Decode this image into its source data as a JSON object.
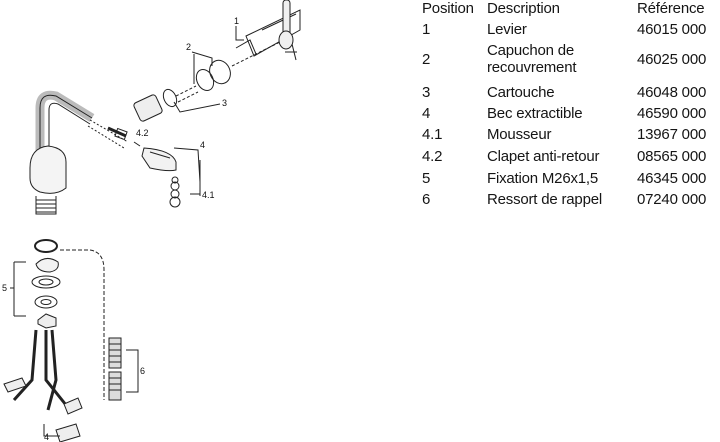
{
  "table": {
    "headers": {
      "position": "Position",
      "description": "Description",
      "reference": "Référence"
    },
    "rows": [
      {
        "position": "1",
        "description": "Levier",
        "reference": "46015 000"
      },
      {
        "position": "2",
        "description": "Capuchon de recouvrement",
        "reference": "46025 000"
      },
      {
        "position": "3",
        "description": "Cartouche",
        "reference": "46048 000"
      },
      {
        "position": "4",
        "description": "Bec extractible",
        "reference": "46590 000"
      },
      {
        "position": "4.1",
        "description": "Mousseur",
        "reference": "13967 000"
      },
      {
        "position": "4.2",
        "description": "Clapet anti-retour",
        "reference": "08565 000"
      },
      {
        "position": "5",
        "description": "Fixation M26x1,5",
        "reference": "46345 000"
      },
      {
        "position": "6",
        "description": "Ressort de rappel",
        "reference": "07240 000"
      }
    ]
  },
  "diagram": {
    "labels": {
      "lever": "1",
      "cap": "2",
      "cartridge": "3",
      "spout": "4",
      "aerator": "4.1",
      "check_valve": "4.2",
      "fixing": "5",
      "spring": "6",
      "spout_hose": "4"
    }
  }
}
